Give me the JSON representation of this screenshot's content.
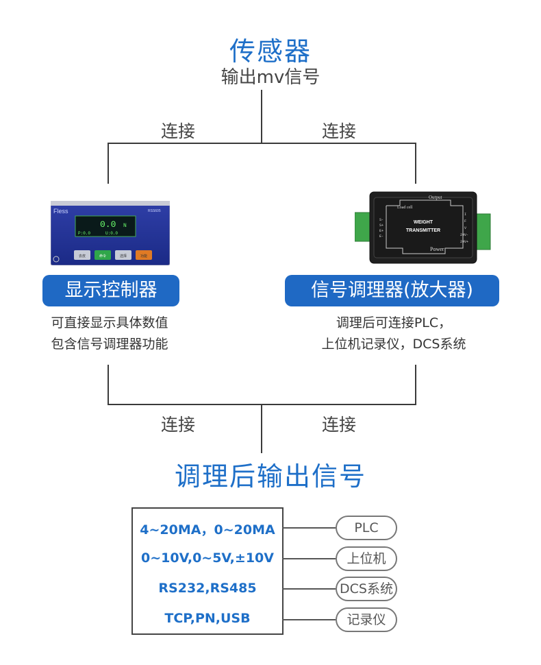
{
  "sensor": {
    "title": "传感器",
    "subtitle": "输出mv信号"
  },
  "connect_labels": [
    "连接",
    "连接",
    "连接",
    "连接"
  ],
  "display_controller": {
    "label": "显示控制器",
    "description_lines": [
      "可直接显示具体数值",
      "包含信号调理器功能"
    ],
    "device": {
      "brand": "Fless",
      "model": "RSS605",
      "main_reading": "0.0",
      "unit": "N",
      "left_readout": "P:0.0",
      "center_readout": "U:0.0",
      "buttons": [
        "去皮",
        "命令",
        "选择",
        "功能"
      ]
    }
  },
  "signal_conditioner": {
    "label": "信号调理器(放大器)",
    "description_lines": [
      "调理后可连接PLC，",
      "上位机记录仪，DCS系统"
    ],
    "device": {
      "header_left": "Load cell",
      "header_right": "Output",
      "center_lines": [
        "WEIGHT",
        "TRANSMITTER"
      ],
      "footer": "Power",
      "left_pins": [
        "S-",
        "S+",
        "E+",
        "E-"
      ],
      "right_pins": [
        "I",
        "F",
        "V",
        "24V-",
        "24V+"
      ]
    }
  },
  "output": {
    "title": "调理后输出信号",
    "signals": [
      "4~20MA，0~20MA",
      "0~10V,0~5V,±10V",
      "RS232,RS485",
      "TCP,PN,USB"
    ],
    "targets": [
      "PLC",
      "上位机",
      "DCS系统",
      "记录仪"
    ]
  },
  "colors": {
    "accent": "#1e6fc8",
    "pill": "#1f69c4",
    "line": "#3a3a3a"
  }
}
